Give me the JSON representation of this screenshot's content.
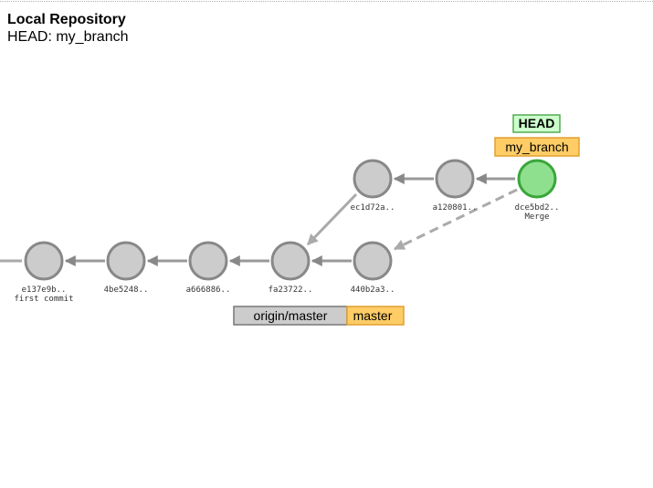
{
  "header": {
    "title": "Local Repository",
    "head_info": "HEAD: my_branch"
  },
  "commits": {
    "e137e9b": {
      "id": "e137e9b..",
      "message": "first commit"
    },
    "4be5248": {
      "id": "4be5248.."
    },
    "a666886": {
      "id": "a666886.."
    },
    "fa23722": {
      "id": "fa23722.."
    },
    "440b2a3": {
      "id": "440b2a3.."
    },
    "ec1d72a": {
      "id": "ec1d72a.."
    },
    "a120801": {
      "id": "a120801.."
    },
    "dce5bd2": {
      "id": "dce5bd2..",
      "message": "Merge"
    }
  },
  "refs": {
    "head": "HEAD",
    "my_branch": "my_branch",
    "origin_master": "origin/master",
    "master": "master"
  },
  "colors": {
    "commit_fill": "#cccccc",
    "commit_stroke": "#888888",
    "head_commit_fill": "#8ee08e",
    "head_commit_stroke": "#3aa63a",
    "edge": "#999999",
    "edge_secondary": "#aaaaaa",
    "branch_tag_fill": "#ffcc66",
    "branch_tag_stroke": "#e0a030",
    "remote_tag_fill": "#cccccc",
    "remote_tag_stroke": "#777777",
    "head_tag_fill": "#ccffcc",
    "head_tag_stroke": "#55aa55"
  }
}
